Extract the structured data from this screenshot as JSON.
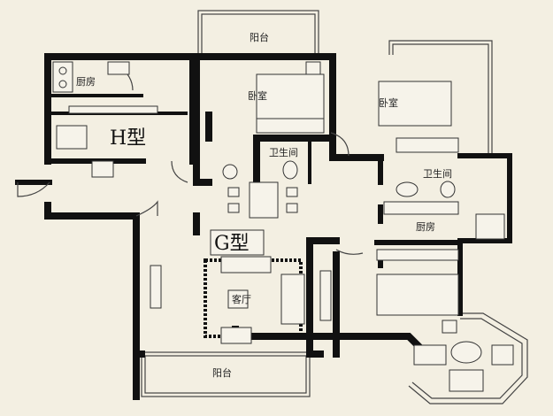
{
  "rooms": {
    "balcony_top": "阳台",
    "kitchen_h": "厨房",
    "unit_h": "H型",
    "bedroom_1": "卧室",
    "bedroom_2": "卧室",
    "bathroom_1": "卫生间",
    "bathroom_2": "卫生间",
    "kitchen_g": "厨房",
    "unit_g": "G型",
    "living_room": "客厅",
    "balcony_bottom": "阳台"
  }
}
